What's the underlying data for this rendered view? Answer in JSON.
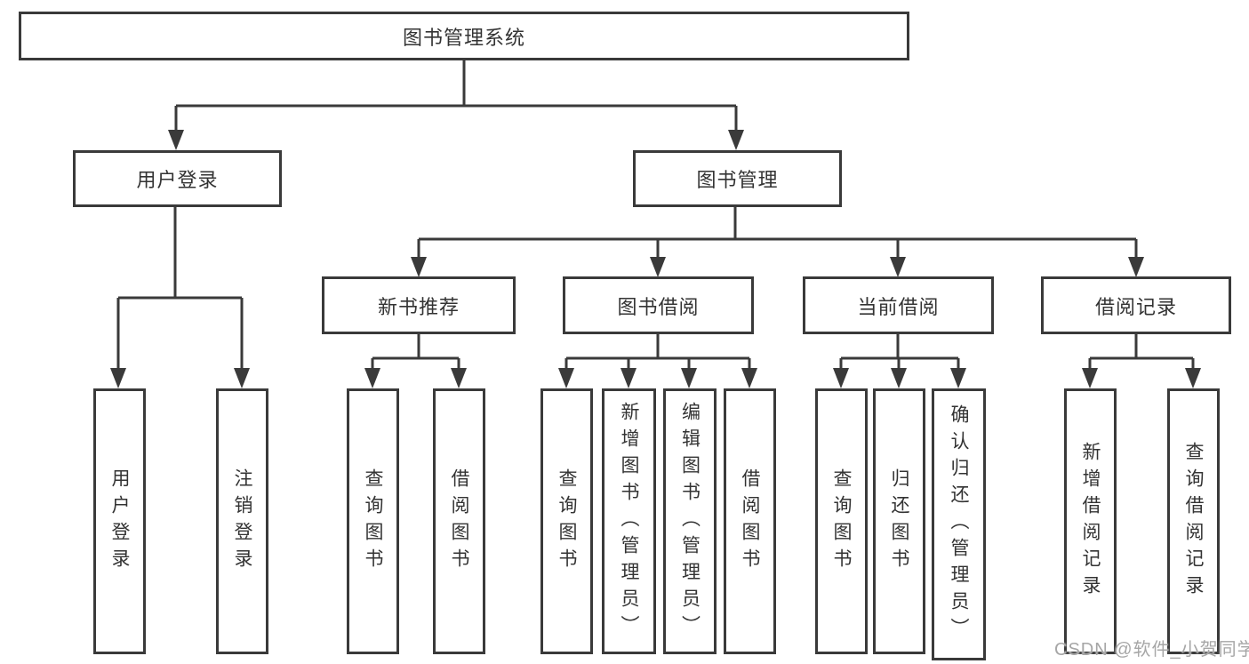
{
  "tree": {
    "root": {
      "label": "图书管理系统"
    },
    "level2": [
      {
        "label": "用户登录",
        "children": [
          {
            "label": "用户登录"
          },
          {
            "label": "注销登录"
          }
        ]
      },
      {
        "label": "图书管理",
        "children": [
          {
            "label": "新书推荐",
            "children": [
              {
                "label": "查询图书"
              },
              {
                "label": "借阅图书"
              }
            ]
          },
          {
            "label": "图书借阅",
            "children": [
              {
                "label": "查询图书"
              },
              {
                "label": "新增图书（管理员）"
              },
              {
                "label": "编辑图书（管理员）"
              },
              {
                "label": "借阅图书"
              }
            ]
          },
          {
            "label": "当前借阅",
            "children": [
              {
                "label": "查询图书"
              },
              {
                "label": "归还图书"
              },
              {
                "label": "确认归还（管理员）"
              }
            ]
          },
          {
            "label": "借阅记录",
            "children": [
              {
                "label": "新增借阅记录"
              },
              {
                "label": "查询借阅记录"
              }
            ]
          }
        ]
      }
    ]
  },
  "watermark": {
    "text": "CSDN @软件_小贺同学"
  },
  "colors": {
    "line": "#3a3a3a",
    "text": "#333333",
    "background": "#ffffff",
    "watermark": "#a6a6a6"
  }
}
